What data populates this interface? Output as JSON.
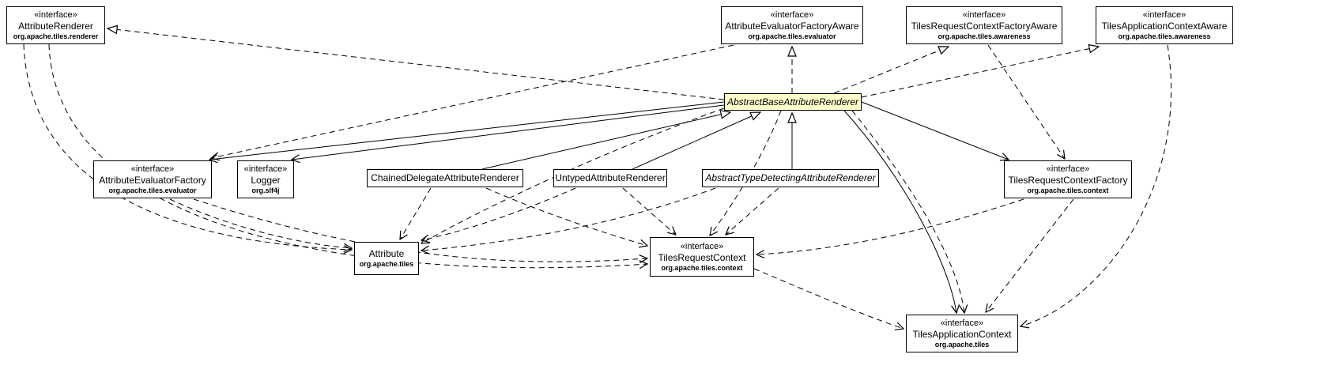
{
  "diagram": {
    "type": "uml-class-diagram",
    "highlight_color": "#ffffcc",
    "nodes": {
      "attribute_renderer": {
        "stereotype": "«interface»",
        "name": "AttributeRenderer",
        "package": "org.apache.tiles.renderer"
      },
      "attribute_evaluator_factory_aware": {
        "stereotype": "«interface»",
        "name": "AttributeEvaluatorFactoryAware",
        "package": "org.apache.tiles.evaluator"
      },
      "tiles_request_context_factory_aware": {
        "stereotype": "«interface»",
        "name": "TilesRequestContextFactoryAware",
        "package": "org.apache.tiles.awareness"
      },
      "tiles_application_context_aware": {
        "stereotype": "«interface»",
        "name": "TilesApplicationContextAware",
        "package": "org.apache.tiles.awareness"
      },
      "abstract_base_attribute_renderer": {
        "name": "AbstractBaseAttributeRenderer",
        "abstract": true,
        "highlighted": true
      },
      "attribute_evaluator_factory": {
        "stereotype": "«interface»",
        "name": "AttributeEvaluatorFactory",
        "package": "org.apache.tiles.evaluator"
      },
      "logger": {
        "stereotype": "«interface»",
        "name": "Logger",
        "package": "org.slf4j"
      },
      "chained_delegate_attribute_renderer": {
        "name": "ChainedDelegateAttributeRenderer"
      },
      "untyped_attribute_renderer": {
        "name": "UntypedAttributeRenderer"
      },
      "abstract_type_detecting_attribute_renderer": {
        "name": "AbstractTypeDetectingAttributeRenderer",
        "abstract": true
      },
      "tiles_request_context_factory": {
        "stereotype": "«interface»",
        "name": "TilesRequestContextFactory",
        "package": "org.apache.tiles.context"
      },
      "attribute": {
        "name": "Attribute",
        "package": "org.apache.tiles"
      },
      "tiles_request_context": {
        "stereotype": "«interface»",
        "name": "TilesRequestContext",
        "package": "org.apache.tiles.context"
      },
      "tiles_application_context": {
        "stereotype": "«interface»",
        "name": "TilesApplicationContext",
        "package": "org.apache.tiles"
      }
    },
    "relationships": [
      {
        "from": "AbstractBaseAttributeRenderer",
        "to": "AttributeRenderer",
        "type": "implements"
      },
      {
        "from": "AbstractBaseAttributeRenderer",
        "to": "AttributeEvaluatorFactoryAware",
        "type": "implements"
      },
      {
        "from": "AbstractBaseAttributeRenderer",
        "to": "TilesRequestContextFactoryAware",
        "type": "implements"
      },
      {
        "from": "AbstractBaseAttributeRenderer",
        "to": "TilesApplicationContextAware",
        "type": "implements"
      },
      {
        "from": "ChainedDelegateAttributeRenderer",
        "to": "AbstractBaseAttributeRenderer",
        "type": "extends"
      },
      {
        "from": "UntypedAttributeRenderer",
        "to": "AbstractBaseAttributeRenderer",
        "type": "extends"
      },
      {
        "from": "AbstractTypeDetectingAttributeRenderer",
        "to": "AbstractBaseAttributeRenderer",
        "type": "extends"
      },
      {
        "from": "AbstractBaseAttributeRenderer",
        "to": "AttributeEvaluatorFactory",
        "type": "association"
      },
      {
        "from": "AbstractBaseAttributeRenderer",
        "to": "Logger",
        "type": "association"
      },
      {
        "from": "AbstractBaseAttributeRenderer",
        "to": "TilesRequestContextFactory",
        "type": "association"
      },
      {
        "from": "AbstractBaseAttributeRenderer",
        "to": "TilesApplicationContext",
        "type": "association"
      },
      {
        "from": "AbstractBaseAttributeRenderer",
        "to": "Attribute",
        "type": "dependency"
      },
      {
        "from": "AbstractBaseAttributeRenderer",
        "to": "TilesRequestContext",
        "type": "dependency"
      },
      {
        "from": "AbstractBaseAttributeRenderer",
        "to": "TilesApplicationContext",
        "type": "dependency"
      },
      {
        "from": "AttributeRenderer",
        "to": "Attribute",
        "type": "dependency"
      },
      {
        "from": "AttributeRenderer",
        "to": "TilesRequestContext",
        "type": "dependency"
      },
      {
        "from": "AttributeEvaluatorFactoryAware",
        "to": "AttributeEvaluatorFactory",
        "type": "dependency"
      },
      {
        "from": "TilesRequestContextFactoryAware",
        "to": "TilesRequestContextFactory",
        "type": "dependency"
      },
      {
        "from": "TilesApplicationContextAware",
        "to": "TilesApplicationContext",
        "type": "dependency"
      },
      {
        "from": "AttributeEvaluatorFactory",
        "to": "Attribute",
        "type": "dependency"
      },
      {
        "from": "AttributeEvaluatorFactory",
        "to": "TilesRequestContext",
        "type": "dependency"
      },
      {
        "from": "ChainedDelegateAttributeRenderer",
        "to": "Attribute",
        "type": "dependency"
      },
      {
        "from": "ChainedDelegateAttributeRenderer",
        "to": "TilesRequestContext",
        "type": "dependency"
      },
      {
        "from": "UntypedAttributeRenderer",
        "to": "Attribute",
        "type": "dependency"
      },
      {
        "from": "UntypedAttributeRenderer",
        "to": "TilesRequestContext",
        "type": "dependency"
      },
      {
        "from": "AbstractTypeDetectingAttributeRenderer",
        "to": "Attribute",
        "type": "dependency"
      },
      {
        "from": "AbstractTypeDetectingAttributeRenderer",
        "to": "TilesRequestContext",
        "type": "dependency"
      },
      {
        "from": "TilesRequestContextFactory",
        "to": "TilesRequestContext",
        "type": "dependency"
      },
      {
        "from": "TilesRequestContextFactory",
        "to": "TilesApplicationContext",
        "type": "dependency"
      },
      {
        "from": "TilesRequestContext",
        "to": "TilesApplicationContext",
        "type": "dependency"
      }
    ]
  }
}
